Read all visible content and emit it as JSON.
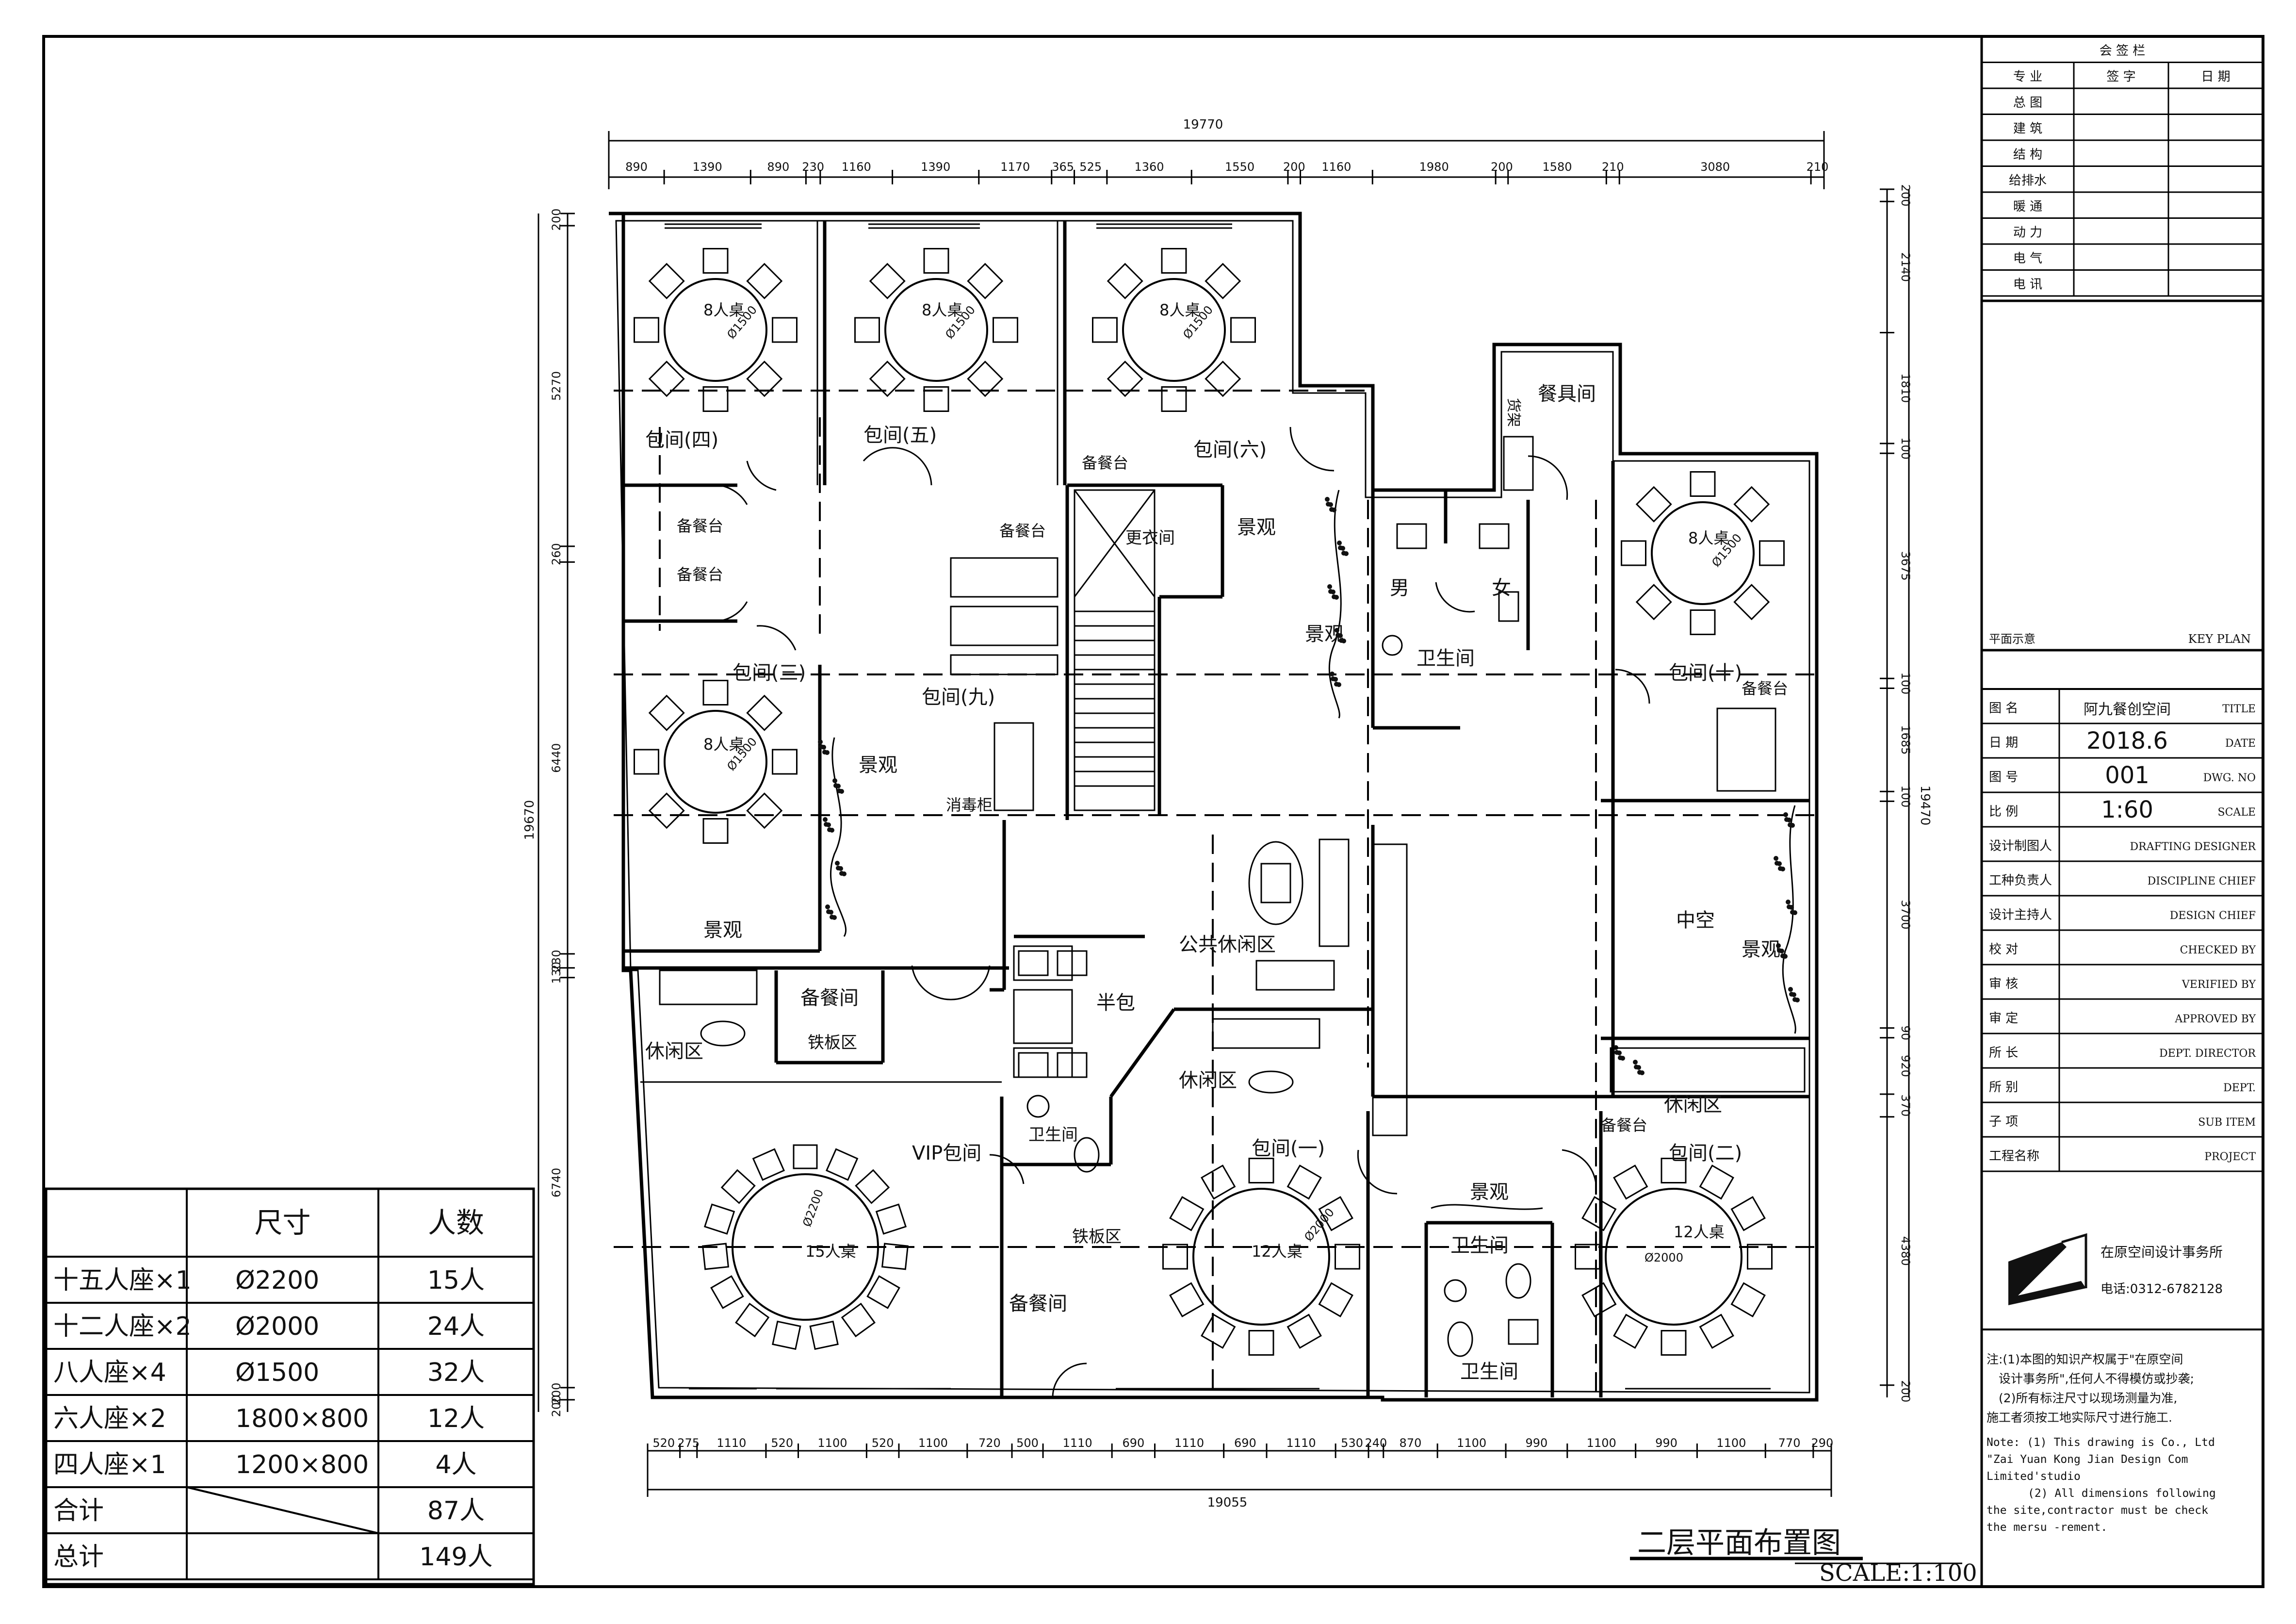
{
  "drawing": {
    "title": "二层平面布置图",
    "scale": "SCALE:1:100"
  },
  "dimensions": {
    "top_total": "19770",
    "top_left_offset": "200",
    "top_row": [
      "890",
      "1390",
      "890",
      "230",
      "1160",
      "1390",
      "1170",
      "365",
      "525",
      "1360",
      "1550",
      "200",
      "1160",
      "1980",
      "200",
      "1580",
      "210",
      "3080",
      "210"
    ],
    "bottom_total": "19055",
    "bottom_row": [
      "520",
      "275",
      "1110",
      "520",
      "1100",
      "520",
      "1100",
      "720",
      "500",
      "1110",
      "690",
      "1110",
      "690",
      "1110",
      "530",
      "240",
      "870",
      "1100",
      "990",
      "1100",
      "990",
      "1100",
      "770",
      "290"
    ],
    "left_total": "19670",
    "left_col": [
      "200",
      "5270",
      "260",
      "6440",
      "230",
      "130",
      "6740",
      "200",
      "200"
    ],
    "right_total": "19470",
    "right_col": [
      "200",
      "2140",
      "1810",
      "100",
      "3675",
      "100",
      "1685",
      "100",
      "3700",
      "90",
      "920",
      "370",
      "4380",
      "200"
    ]
  },
  "rooms": {
    "r4": "包间(四)",
    "r5": "包间(五)",
    "r6": "包间(六)",
    "r3": "包间(三)",
    "r9": "包间(九)",
    "r10": "包间(十)",
    "r1": "包间(一)",
    "r2": "包间(二)",
    "vip": "VIP包间",
    "landscape": "景观",
    "serve": "备餐台",
    "serve_room": "备餐间",
    "tableware": "餐具间",
    "dishwash": "货架",
    "changing": "更衣间",
    "male": "男",
    "female": "女",
    "wc": "卫生间",
    "atrium": "中空",
    "lounge": "休闲区",
    "public_lounge": "公共休闲区",
    "half": "半包",
    "griddle": "铁板区",
    "steril": "消毒柜"
  },
  "tables": {
    "t8": "8人桌",
    "t12": "12人桌",
    "t15": "15人桌",
    "d1500": "Ø1500",
    "d2000": "Ø2000",
    "d2200": "Ø2200"
  },
  "seat_table": {
    "headers": [
      "",
      "尺寸",
      "人数"
    ],
    "rows": [
      [
        "十五人座×1",
        "Ø2200",
        "15人"
      ],
      [
        "十二人座×2",
        "Ø2000",
        "24人"
      ],
      [
        "八人座×4",
        "Ø1500",
        "32人"
      ],
      [
        "六人座×2",
        "1800×800",
        "12人"
      ],
      [
        "四人座×1",
        "1200×800",
        "4人"
      ],
      [
        "合计",
        "",
        "87人"
      ],
      [
        "总计",
        "",
        "149人"
      ]
    ]
  },
  "sign_block": {
    "title": "会 签 栏",
    "headers": [
      "专 业",
      "签 字",
      "日 期"
    ],
    "rows": [
      "总 图",
      "建 筑",
      "结 构",
      "给排水",
      "暖 通",
      "动 力",
      "电 气",
      "电 讯"
    ]
  },
  "key_plan": {
    "cn": "平面示意",
    "en": "KEY PLAN"
  },
  "title_block": {
    "rows": [
      {
        "cn": "图 名",
        "val": "阿九餐创空间",
        "en": "TITLE"
      },
      {
        "cn": "日 期",
        "val": "2018.6",
        "en": "DATE"
      },
      {
        "cn": "图 号",
        "val": "001",
        "en": "DWG. NO"
      },
      {
        "cn": "比 例",
        "val": "1:60",
        "en": "SCALE"
      },
      {
        "cn": "设计制图人",
        "val": "",
        "en": "DRAFTING DESIGNER"
      },
      {
        "cn": "工种负责人",
        "val": "",
        "en": "DISCIPLINE CHIEF"
      },
      {
        "cn": "设计主持人",
        "val": "",
        "en": "DESIGN CHIEF"
      },
      {
        "cn": "校 对",
        "val": "",
        "en": "CHECKED BY"
      },
      {
        "cn": "审 核",
        "val": "",
        "en": "VERIFIED BY"
      },
      {
        "cn": "审 定",
        "val": "",
        "en": "APPROVED BY"
      },
      {
        "cn": "所 长",
        "val": "",
        "en": "DEPT. DIRECTOR"
      },
      {
        "cn": "所 别",
        "val": "",
        "en": "DEPT."
      },
      {
        "cn": "子 项",
        "val": "",
        "en": "SUB ITEM"
      },
      {
        "cn": "工程名称",
        "val": "",
        "en": "PROJECT"
      }
    ]
  },
  "studio": {
    "name": "在原空间设计事务所",
    "phone": "电话:0312-6782128"
  },
  "notes": {
    "cn1": "注:(1)本图的知识产权属于\"在原空间",
    "cn2": "设计事务所\",任何人不得模仿或抄袭;",
    "cn3": "(2)所有标注尺寸以现场测量为准,",
    "cn4": "施工者须按工地实际尺寸进行施工.",
    "en1": "Note:  (1) This drawing is Co., Ltd",
    "en2": "\"Zai  Yuan Kong Jian Design Com",
    "en3": "Limited'studio",
    "en4": "(2) All dimensions following",
    "en5": "the site,contractor must be check",
    "en6": "the mersu -rement."
  }
}
